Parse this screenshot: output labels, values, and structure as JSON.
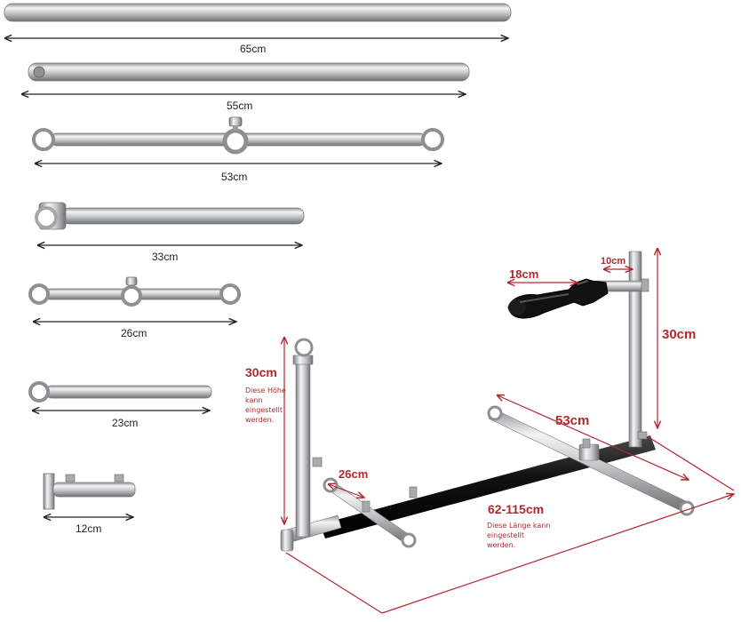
{
  "parts": [
    {
      "id": "bar-65",
      "label": "65cm"
    },
    {
      "id": "bar-55",
      "label": "55cm"
    },
    {
      "id": "bar-53",
      "label": "53cm"
    },
    {
      "id": "bar-33",
      "label": "33cm"
    },
    {
      "id": "bar-26",
      "label": "26cm"
    },
    {
      "id": "bar-23",
      "label": "23cm"
    },
    {
      "id": "bar-12",
      "label": "12cm"
    }
  ],
  "assembly": {
    "dildo_length": "18cm",
    "connector_length": "10cm",
    "right_post_height": "30cm",
    "left_post_height": "30cm",
    "left_post_note": "Diese Höhe kann eingestellt werden.",
    "cross_bar": "53cm",
    "short_bar": "26cm",
    "main_bar": "62-115cm",
    "main_bar_note": "Diese Länge kann eingestellt werden."
  },
  "colors": {
    "steel_light": "#f2f2f2",
    "steel_mid": "#b9bcbf",
    "steel_dark": "#6e7174",
    "dimension_red": "#b3272d",
    "black_bar": "#1b1b1b"
  }
}
